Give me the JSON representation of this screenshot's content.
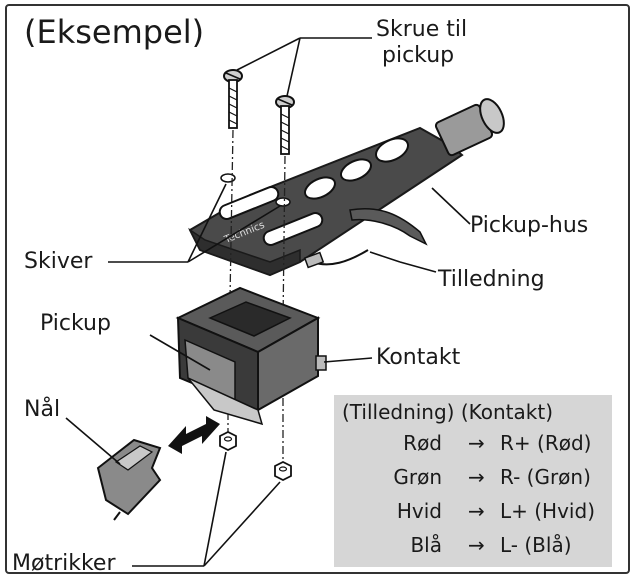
{
  "title": "(Eksempel)",
  "labels": {
    "screw": "Skrue til\npickup",
    "screw_line1": "Skrue til",
    "screw_line2": "pickup",
    "headshell": "Pickup-hus",
    "lead": "Tilledning",
    "washers": "Skiver",
    "cartridge": "Pickup",
    "connector": "Kontakt",
    "stylus": "Nål",
    "nuts": "Møtrikker",
    "headshell_brand": "Technics"
  },
  "wiring": {
    "header": "(Tilledning) (Kontakt)",
    "arrow": "→",
    "rows": [
      {
        "color": "Rød",
        "terminal": "R+ (Rød)"
      },
      {
        "color": "Grøn",
        "terminal": "R- (Grøn)"
      },
      {
        "color": "Hvid",
        "terminal": "L+ (Hvid)"
      },
      {
        "color": "Blå",
        "terminal": "L- (Blå)"
      }
    ]
  },
  "colors": {
    "frame": "#333333",
    "part_dark": "#4a4a4a",
    "part_mid": "#8a8a8a",
    "part_light": "#c8c8c8",
    "box_fill": "#d6d6d6"
  }
}
